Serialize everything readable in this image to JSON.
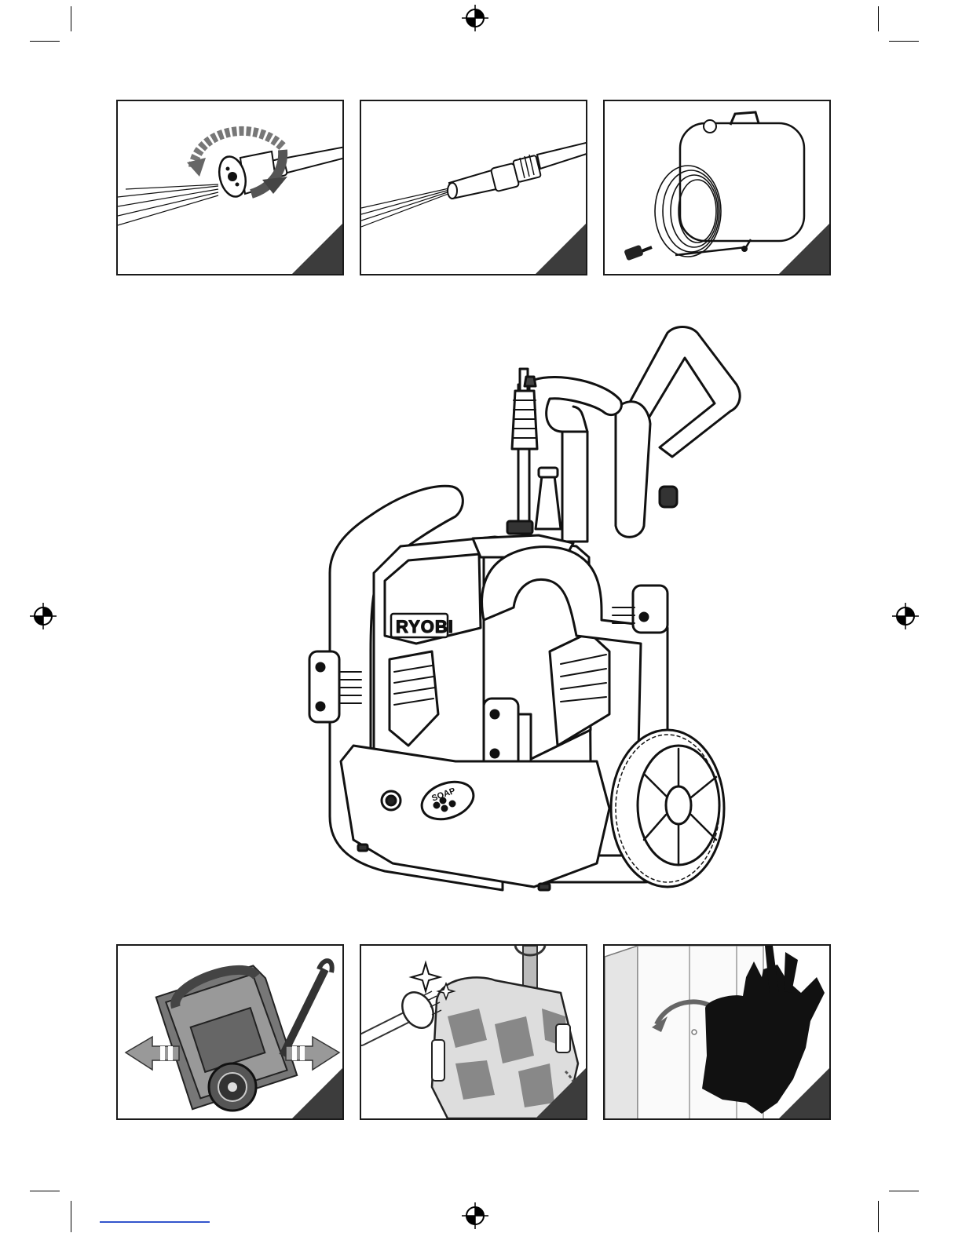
{
  "brand": {
    "logo_text": "RYOBI"
  },
  "main_figure": {
    "soap_label": "SOAP"
  },
  "panels": [
    {
      "id": "adjustable-nozzle",
      "icon": "rotating-spray-nozzle-icon"
    },
    {
      "id": "turbo-nozzle",
      "icon": "turbo-nozzle-icon"
    },
    {
      "id": "hose-and-tank",
      "icon": "hose-reel-tank-icon"
    },
    {
      "id": "collapsible-handle",
      "icon": "handle-extend-arrows-icon"
    },
    {
      "id": "cleaning",
      "icon": "brush-cleaning-icon"
    },
    {
      "id": "storage",
      "icon": "storage-silhouette-icon"
    }
  ],
  "colors": {
    "ink": "#000000",
    "panel_corner": "#3c3c3c",
    "link": "#3355cc"
  }
}
